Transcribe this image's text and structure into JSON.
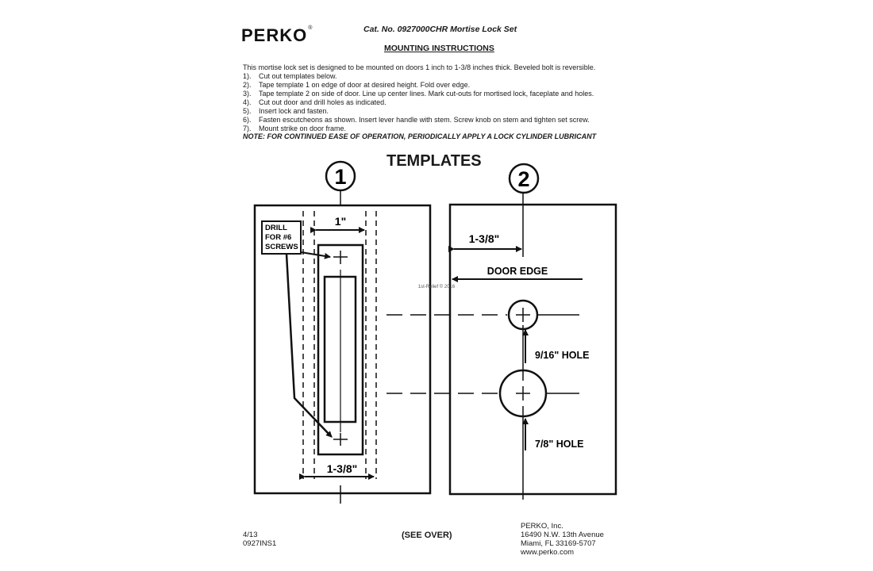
{
  "header": {
    "logo_text": "PERKO",
    "logo_mark": "®",
    "catalog": "Cat. No. 0927000CHR Mortise Lock Set",
    "section_title": "MOUNTING INSTRUCTIONS"
  },
  "instructions": {
    "intro": "This mortise lock set is designed to be mounted on doors 1 inch to 1-3/8 inches thick. Beveled bolt is reversible.",
    "steps": [
      {
        "num": "1).",
        "text": "Cut out templates below."
      },
      {
        "num": "2).",
        "text": "Tape template 1 on edge of door at desired height. Fold over edge."
      },
      {
        "num": "3).",
        "text": "Tape template 2 on side of door. Line up center lines. Mark cut-outs for mortised lock, faceplate and holes."
      },
      {
        "num": "4).",
        "text": "Cut out door and drill holes as indicated."
      },
      {
        "num": "5).",
        "text": "Insert lock and fasten."
      },
      {
        "num": "6).",
        "text": "Fasten escutcheons as shown. Insert lever handle with stem. Screw knob on stem and tighten set screw."
      },
      {
        "num": "7).",
        "text": "Mount strike on door frame."
      }
    ],
    "note": "NOTE: FOR CONTINUED EASE OF OPERATION, PERIODICALLY APPLY A LOCK CYLINDER LUBRICANT"
  },
  "templates": {
    "title": "TEMPLATES",
    "template1": {
      "number": "1",
      "width_top": "1\"",
      "width_bottom": "1-3/8\"",
      "drill_label_lines": [
        "DRILL",
        "FOR #6",
        "SCREWS"
      ]
    },
    "template2": {
      "number": "2",
      "offset": "1-3/8\"",
      "door_edge": "DOOR EDGE",
      "hole_small": "9/16\" HOLE",
      "hole_large": "7/8\" HOLE"
    },
    "watermark": "1st-Relief © 2016"
  },
  "footer": {
    "date": "4/13",
    "code": "0927INS1",
    "see_over": "(SEE OVER)",
    "company": "PERKO, Inc.",
    "address1": "16490 N.W. 13th Avenue",
    "address2": "Miami, FL 33169-5707",
    "website": "www.perko.com"
  }
}
